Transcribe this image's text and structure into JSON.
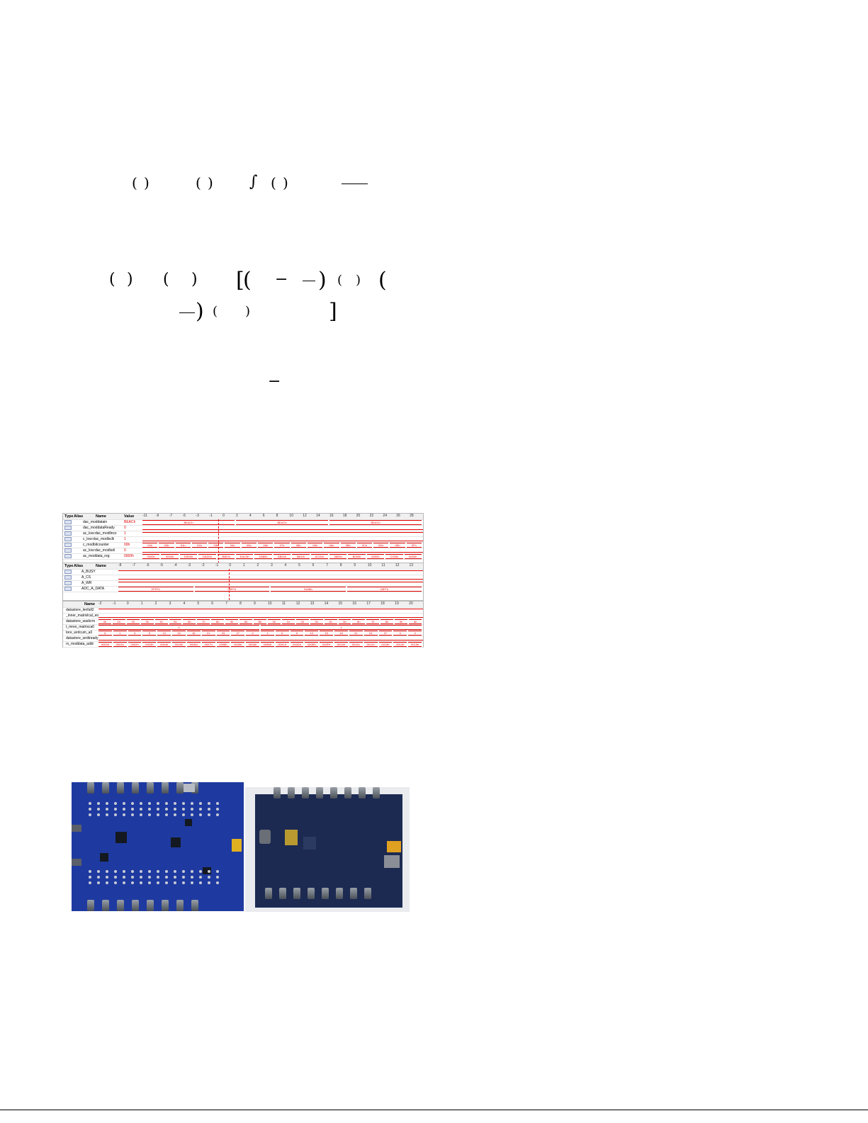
{
  "page": {
    "equation_1": {
      "glyphs": [
        "(",
        ")",
        "(",
        ")",
        "∫",
        "(",
        ")"
      ],
      "fraction_bar": true
    },
    "equation_2": {
      "line_1_glyphs": [
        "(",
        ")",
        "(",
        ")",
        "[",
        "(",
        "−",
        "−",
        ")",
        "(",
        ")",
        "("
      ],
      "line_2_glyphs": [
        ")",
        "(",
        ")",
        "−",
        "]"
      ],
      "fraction_bars": 3
    },
    "figure_waveform": {
      "panel_1": {
        "columns": [
          "Type",
          "Alias",
          "Name",
          "Value"
        ],
        "value_col_hdr": "Value",
        "tick_labels": [
          "-11",
          "-9",
          "-7",
          "-5",
          "-3",
          "-1",
          "0",
          "2",
          "4",
          "6",
          "8",
          "10",
          "12",
          "14",
          "16",
          "18",
          "20",
          "22",
          "24",
          "26",
          "28"
        ],
        "signals": [
          {
            "name": "dac_moddatain",
            "value": "BEACh",
            "kind": "bus",
            "segments": [
              "BEACh",
              "BEACh",
              "BEACh"
            ]
          },
          {
            "name": "dac_moddataReady",
            "value": "0",
            "kind": "bit"
          },
          {
            "name": "ac_low:dac_modlincs",
            "value": "1",
            "kind": "bit"
          },
          {
            "name": "c_low:dac_modlsclk",
            "value": "1",
            "kind": "bit"
          },
          {
            "name": "c_modbitcounter",
            "value": "00h",
            "kind": "bus",
            "segments": [
              "00h",
              "00h",
              "01h",
              "02h",
              "03h",
              "04h",
              "05h",
              "06h",
              "07h",
              "08h",
              "09h",
              "0Ah",
              "0Bh",
              "0Ch",
              "0Dh",
              "0Eh",
              "0Fh"
            ]
          },
          {
            "name": "ac_low:dac_modlsdi",
            "value": "0",
            "kind": "bit"
          },
          {
            "name": "ac_moddata_reg",
            "value": "0000h",
            "kind": "bus",
            "segments": [
              "0000h",
              "0000h",
              "D5D0h",
              "DAD0h",
              "2BE0h",
              "EAC0h",
              "D580h",
              "AB00h",
              "5600h",
              "AC00h",
              "5800h",
              "B000h",
              "6000h",
              "C000h",
              "8000h"
            ]
          }
        ]
      },
      "panel_2": {
        "columns": [
          "Type",
          "Alias",
          "Name"
        ],
        "tick_labels": [
          "-8",
          "-7",
          "-6",
          "-5",
          "-4",
          "-3",
          "-2",
          "-1",
          "0",
          "1",
          "2",
          "3",
          "4",
          "5",
          "6",
          "7",
          "8",
          "9",
          "10",
          "11",
          "12",
          "13"
        ],
        "signals": [
          {
            "name": "A_BUSY",
            "kind": "bit"
          },
          {
            "name": "A_CS",
            "kind": "bit"
          },
          {
            "name": "A_WR",
            "kind": "bit"
          },
          {
            "name": "ADC_A_DATA",
            "kind": "bus",
            "segments": [
              "FFFFh",
              "03FFh",
              "31ABh",
              "03FFh"
            ]
          }
        ]
      },
      "panel_3": {
        "columns": [
          "Name"
        ],
        "tick_labels": [
          "-2",
          "-1",
          "0",
          "1",
          "2",
          "3",
          "4",
          "5",
          "6",
          "7",
          "8",
          "9",
          "10",
          "11",
          "12",
          "13",
          "14",
          "15",
          "16",
          "17",
          "18",
          "19",
          "20"
        ],
        "signals": [
          {
            "name": "datastore_lenfall3",
            "kind": "bit",
            "value": "1"
          },
          {
            "name": "_inner_matrixlcal_en",
            "kind": "bit"
          },
          {
            "name": "datastore_wadcrm",
            "kind": "bus",
            "segments": [
              "0h",
              "1h",
              "2h",
              "3h",
              "4h",
              "5h",
              "6h",
              "7h",
              "8h",
              "9h",
              "Ah",
              "Bh",
              "0h",
              "1h",
              "2h",
              "3h",
              "4h",
              "5h",
              "6h",
              "7h",
              "8h",
              "9h",
              "Ah"
            ]
          },
          {
            "name": "t_mreo_matrixca0",
            "kind": "bus",
            "segments": [
              "0",
              "1"
            ]
          },
          {
            "name": "tore_wrdcum_a0",
            "kind": "bus",
            "segments": [
              "6",
              "1",
              "4",
              "9",
              "14",
              "15",
              "16",
              "21",
              "23",
              "27",
              "0",
              "1",
              "6",
              "9",
              "12",
              "15",
              "18",
              "21",
              "24",
              "27",
              "0",
              "3"
            ]
          },
          {
            "name": "datastore_wrdtready",
            "kind": "bit"
          },
          {
            "name": "rx_moddata_addr",
            "kind": "bus",
            "segments": [
              "0000h",
              "0001h",
              "0002h",
              "0003h",
              "0004h",
              "0005h",
              "0006h",
              "0007h",
              "0008h",
              "0009h",
              "000Ah",
              "000Bh",
              "000Ch",
              "000Dh",
              "000Eh",
              "000Fh",
              "0010h",
              "0011h",
              "0012h",
              "0013h",
              "0014h",
              "0015h"
            ]
          }
        ]
      },
      "colors": {
        "trace": "#e00000",
        "grid": "#e4e4e4",
        "header_bg": "#f0f0f0"
      }
    },
    "figure_pcb": {
      "photos": [
        {
          "label": "pcb-photo-top-view",
          "board_color": "#1e3aa0"
        },
        {
          "label": "pcb-photo-assembled",
          "board_color": "#1c2a52"
        }
      ]
    }
  }
}
